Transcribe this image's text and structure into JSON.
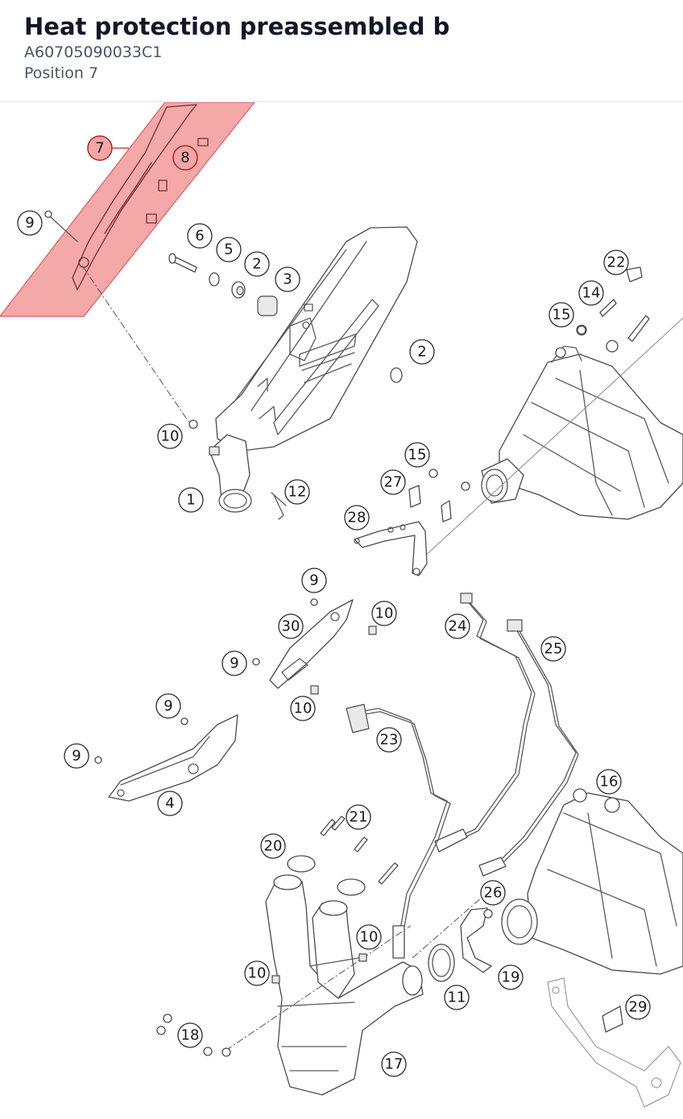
{
  "header": {
    "title": "Heat protection preassembled b",
    "part_number": "A60705090033C1",
    "position": "Position 7"
  },
  "highlight": {
    "part_position": "7",
    "color": "#f28b8b"
  },
  "callouts": [
    "7",
    "8",
    "9",
    "6",
    "5",
    "2",
    "3",
    "22",
    "14",
    "15",
    "2",
    "10",
    "15",
    "27",
    "1",
    "12",
    "28",
    "9",
    "10",
    "24",
    "30",
    "25",
    "9",
    "10",
    "9",
    "23",
    "9",
    "4",
    "16",
    "21",
    "20",
    "26",
    "10",
    "10",
    "11",
    "19",
    "29",
    "18",
    "17"
  ]
}
